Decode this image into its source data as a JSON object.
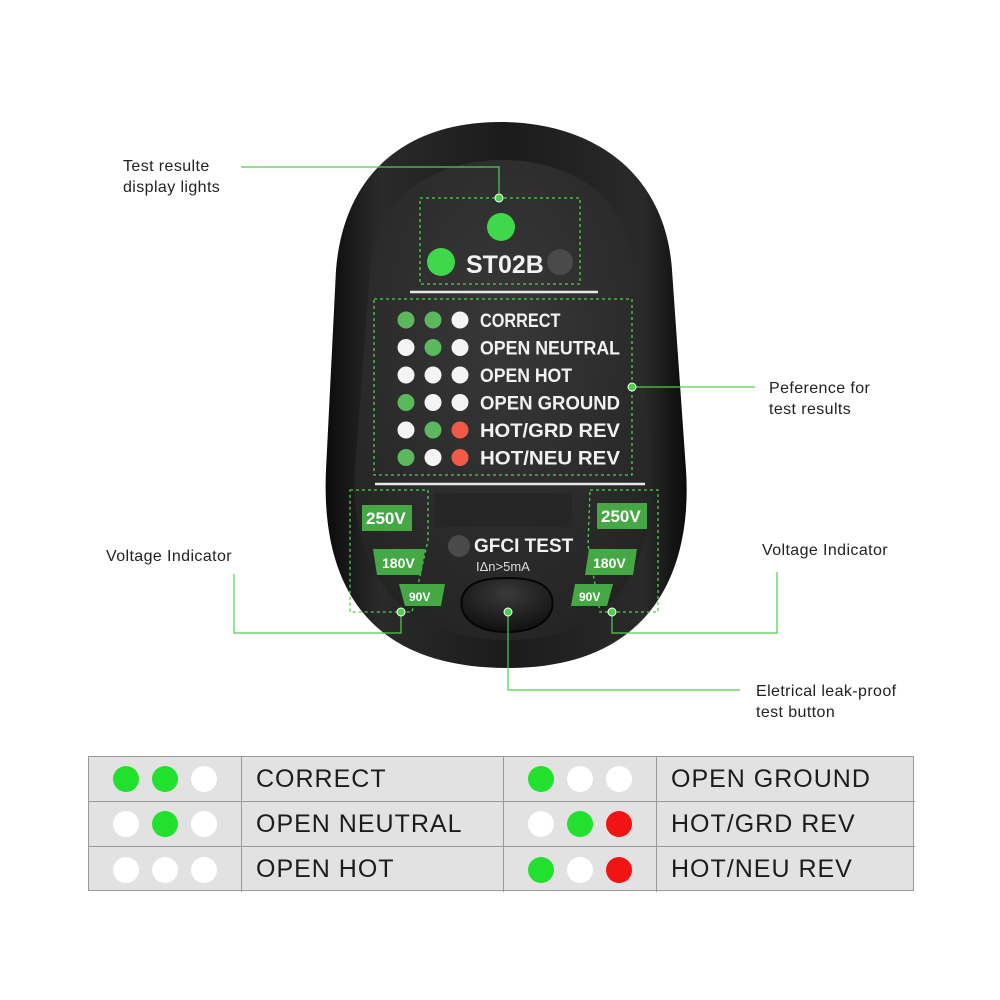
{
  "callouts": {
    "display_lights": [
      "Test resulte",
      "display lights"
    ],
    "reference": [
      "Peference for",
      "test results"
    ],
    "voltage_left": "Voltage Indicator",
    "voltage_right": "Voltage Indicator",
    "test_button": [
      "Eletrical leak-proof",
      "test button"
    ]
  },
  "device": {
    "model": "ST02B",
    "gfci_label": "GFCI TEST",
    "gfci_spec": "IΔn>5mA",
    "voltages": [
      "250V",
      "180V",
      "90V"
    ],
    "status_rows": [
      {
        "label": "CORRECT",
        "lights": [
          "green",
          "green",
          "white"
        ]
      },
      {
        "label": "OPEN NEUTRAL",
        "lights": [
          "white",
          "green",
          "white"
        ]
      },
      {
        "label": "OPEN HOT",
        "lights": [
          "white",
          "white",
          "white"
        ]
      },
      {
        "label": "OPEN GROUND",
        "lights": [
          "green",
          "white",
          "white"
        ]
      },
      {
        "label": "HOT/GRD REV",
        "lights": [
          "white",
          "green",
          "red"
        ]
      },
      {
        "label": "HOT/NEU REV",
        "lights": [
          "green",
          "white",
          "red"
        ]
      }
    ]
  },
  "legend_table": [
    {
      "label": "CORRECT",
      "lights": [
        "green",
        "green",
        "white"
      ]
    },
    {
      "label": "OPEN GROUND",
      "lights": [
        "green",
        "white",
        "white"
      ]
    },
    {
      "label": "OPEN NEUTRAL",
      "lights": [
        "white",
        "green",
        "white"
      ]
    },
    {
      "label": "HOT/GRD REV",
      "lights": [
        "white",
        "green",
        "red"
      ]
    },
    {
      "label": "OPEN HOT",
      "lights": [
        "white",
        "white",
        "white"
      ]
    },
    {
      "label": "HOT/NEU REV",
      "lights": [
        "green",
        "white",
        "red"
      ]
    }
  ],
  "colors": {
    "green": "#22e02e",
    "white": "#ffffff",
    "red": "#f21414",
    "device_green": "#5cb85c",
    "device_white": "#f4f4f4",
    "device_red": "#f05a46",
    "callout_line": "#4cd04c",
    "body_dark": "#1a1a1a",
    "face": "#2c2c2c"
  }
}
